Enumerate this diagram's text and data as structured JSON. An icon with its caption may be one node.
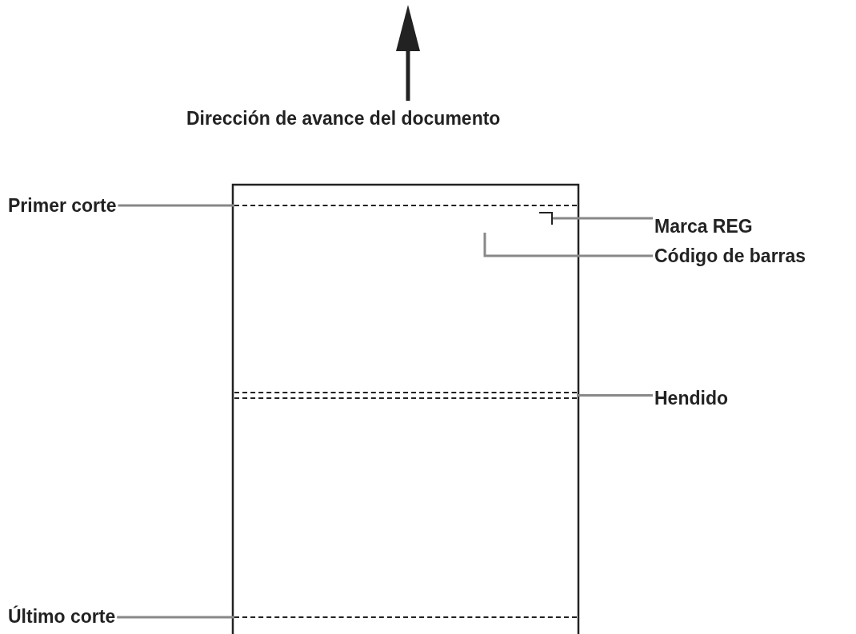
{
  "diagram": {
    "nodes": [
      {
        "text": [
          "Primer corte"
        ]
      },
      {
        "text": [],
        "shape": "line"
      },
      {
        "text": [
          "Marca REG"
        ]
      },
      {
        "text": [],
        "shape": "mark"
      },
      {
        "text": [
          "Código de barras"
        ]
      },
      {
        "text": [
          "Hendido"
        ]
      },
      {
        "text": [],
        "shape": "line"
      },
      {
        "text": [
          "Último corte"
        ]
      },
      {
        "text": [],
        "shape": "line"
      }
    ],
    "edges": [
      {
        "from": 0,
        "to": 1,
        "arrow": "none"
      },
      {
        "from": 2,
        "to": 3,
        "arrow": "none"
      },
      {
        "from": 4,
        "to": null,
        "arrow": "none"
      },
      {
        "from": 5,
        "to": 6,
        "arrow": "none"
      },
      {
        "from": 7,
        "to": 8,
        "arrow": "none"
      }
    ],
    "labels": [
      "Dirección de avance del documento"
    ]
  }
}
